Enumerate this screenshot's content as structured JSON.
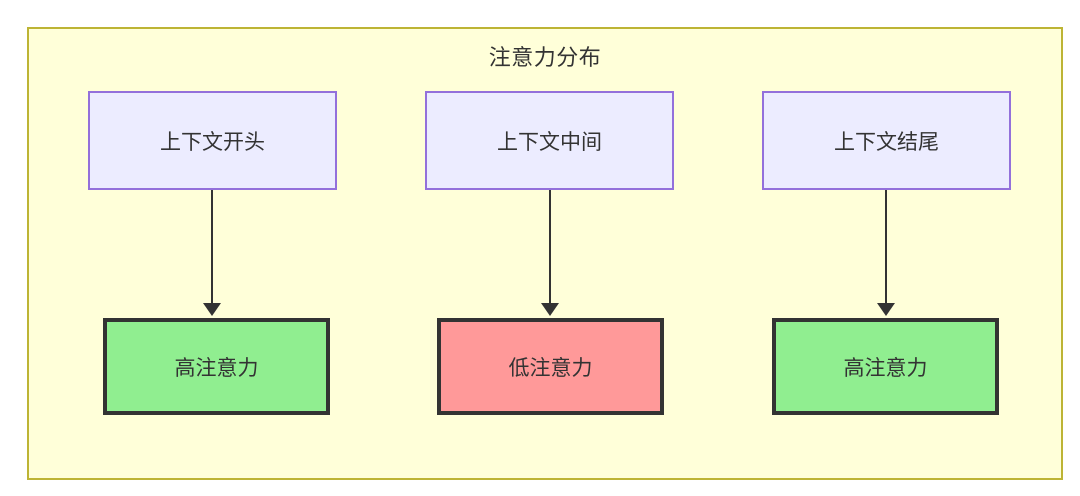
{
  "diagram": {
    "title": "注意力分布",
    "type": "flowchart",
    "background_color": "#ffffd9",
    "border_color": "#bdb434",
    "columns": [
      {
        "id": "col1",
        "source": {
          "label": "上下文开头",
          "fill": "#ececff",
          "stroke": "#9370db"
        },
        "target": {
          "label": "高注意力",
          "fill": "#90ee90",
          "stroke": "#333333"
        },
        "edge": {
          "label": "",
          "arrow": "down-arrow-icon"
        }
      },
      {
        "id": "col2",
        "source": {
          "label": "上下文中间",
          "fill": "#ececff",
          "stroke": "#9370db"
        },
        "target": {
          "label": "低注意力",
          "fill": "#ff9999",
          "stroke": "#333333"
        },
        "edge": {
          "label": "",
          "arrow": "down-arrow-icon"
        }
      },
      {
        "id": "col3",
        "source": {
          "label": "上下文结尾",
          "fill": "#ececff",
          "stroke": "#9370db"
        },
        "target": {
          "label": "高注意力",
          "fill": "#90ee90",
          "stroke": "#333333"
        },
        "edge": {
          "label": "",
          "arrow": "down-arrow-icon"
        }
      }
    ]
  }
}
